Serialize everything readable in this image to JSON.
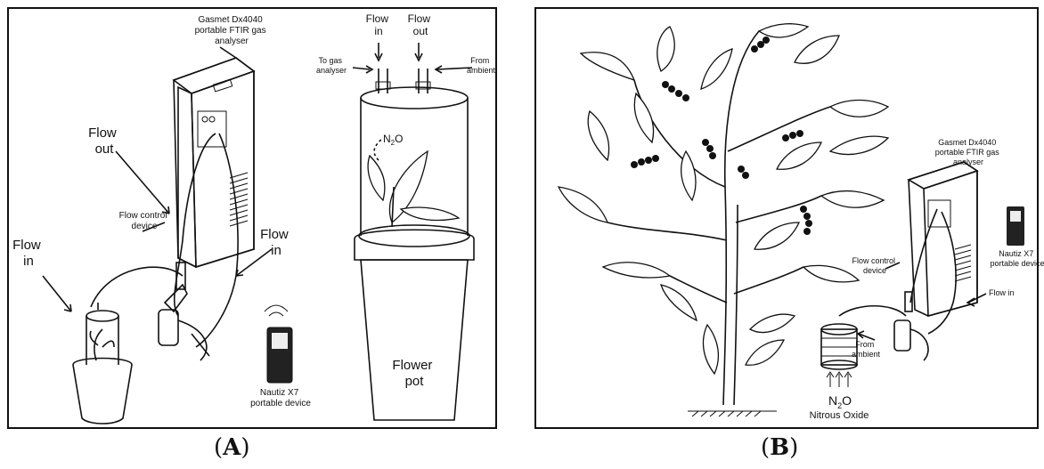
{
  "panel_a": {
    "caption_prefix": "(",
    "caption_letter": "A",
    "caption_suffix": ")",
    "labels": {
      "analyser": [
        "Gasmet Dx4040",
        "portable FTIR gas",
        "analyser"
      ],
      "flow_out_left": [
        "Flow",
        "out"
      ],
      "flow_in_left": [
        "Flow",
        "in"
      ],
      "flow_control": [
        "Flow control",
        "device"
      ],
      "flow_in_right": [
        "Flow",
        "in"
      ],
      "nautiz": [
        "Nautiz X7",
        "portable device"
      ],
      "chamber_flow_in": [
        "Flow",
        "in"
      ],
      "chamber_flow_out": [
        "Flow",
        "out"
      ],
      "to_gas": [
        "To gas",
        "analyser"
      ],
      "from_ambient": [
        "From",
        "ambient"
      ],
      "n2o": "N",
      "n2o_sub": "2",
      "n2o_tail": "O",
      "flower_pot": [
        "Flower",
        "pot"
      ]
    }
  },
  "panel_b": {
    "caption_prefix": "(",
    "caption_letter": "B",
    "caption_suffix": ")",
    "labels": {
      "analyser": [
        "Gasmet Dx4040",
        "portable FTIR gas",
        "analyser"
      ],
      "nautiz": [
        "Nautiz X7",
        "portable device"
      ],
      "flow_control": [
        "Flow control",
        "device"
      ],
      "from_ambient": [
        "From",
        "ambient"
      ],
      "flow_in": "Flow in",
      "n2o": "N",
      "n2o_sub": "2",
      "n2o_tail": "O",
      "nitrous": "Nitrous Oxide"
    }
  }
}
